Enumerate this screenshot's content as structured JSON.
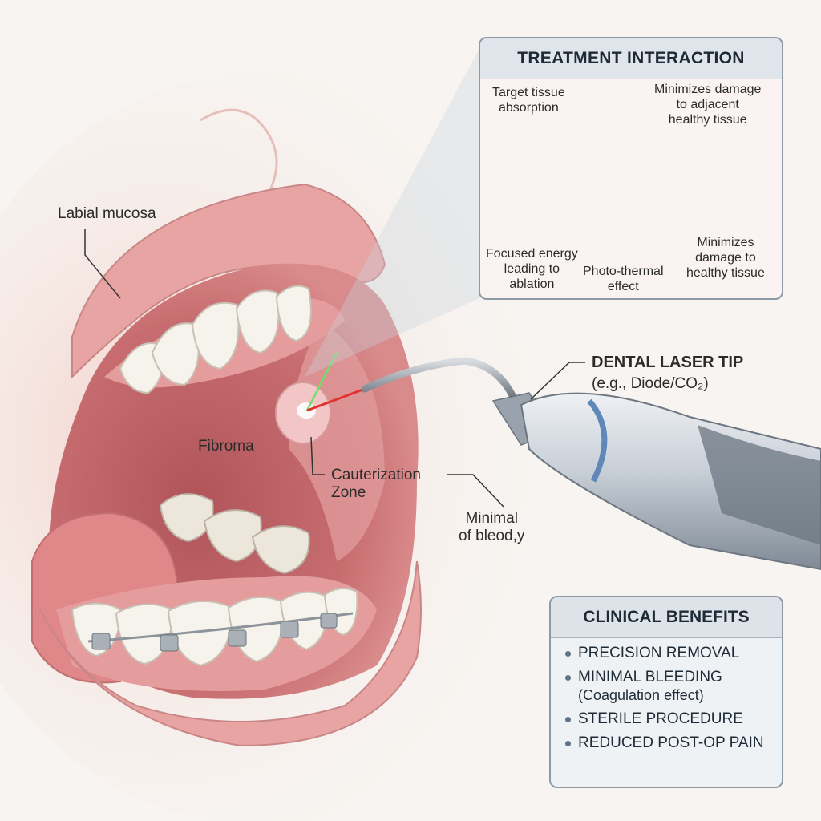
{
  "labels": {
    "labial_mucosa": "Labial mucosa",
    "fibroma": "Fibroma",
    "cauterization_zone": "Cauterization\nZone",
    "minimal_bleeding": "Minimal\nof bleod,y",
    "laser_tip_title": "DENTAL LASER TIP",
    "laser_tip_sub": "(e.g., Diode/CO₂)"
  },
  "treatment_panel": {
    "title": "TREATMENT INTERACTION",
    "target_absorption": "Target tissue\nabsorption",
    "minimizes_top": "Minimizes damage\nto adjacent\nhealthy tissue",
    "focused_energy": "Focused energy\nleading to\nablation",
    "photo_thermal": "Photo-thermal\neffect",
    "minimizes_bottom": "Minimizes\ndamage to\nhealthy tissue"
  },
  "benefits_panel": {
    "title": "CLINICAL BENEFITS",
    "items": [
      {
        "main": "PRECISION REMOVAL",
        "sub": ""
      },
      {
        "main": "MINIMAL BLEEDING",
        "sub": "(Coagulation effect)"
      },
      {
        "main": "STERILE PROCEDURE",
        "sub": ""
      },
      {
        "main": "REDUCED POST-OP PAIN",
        "sub": ""
      }
    ]
  },
  "colors": {
    "gum": "#e59c9c",
    "lip": "#e8a3a3",
    "tooth": "#f6f3ec",
    "laser_green": "#6ee06a",
    "laser_red": "#e0322e",
    "panel_border": "#8d9aa6"
  }
}
